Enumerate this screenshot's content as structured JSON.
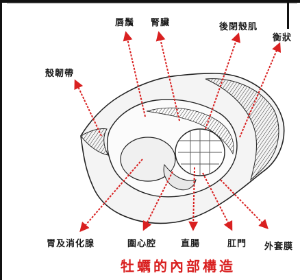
{
  "title": "牡蠣的內部構造",
  "labels": {
    "lips": "唇鬚",
    "gills": "腎臟",
    "posterior_adductor": "後閉殼肌",
    "truncated_top_right": "衡狀",
    "ligament": "殼韌帶",
    "stomach_digestive_gland": "胃及消化腺",
    "pericardial_cavity": "圍心腔",
    "rectum": "直腸",
    "anus": "肛門",
    "mantle": "外套膜"
  },
  "colors": {
    "arrow": "#d92020",
    "title": "#d92020",
    "label": "#1a1a1a",
    "ink": "#222222"
  }
}
